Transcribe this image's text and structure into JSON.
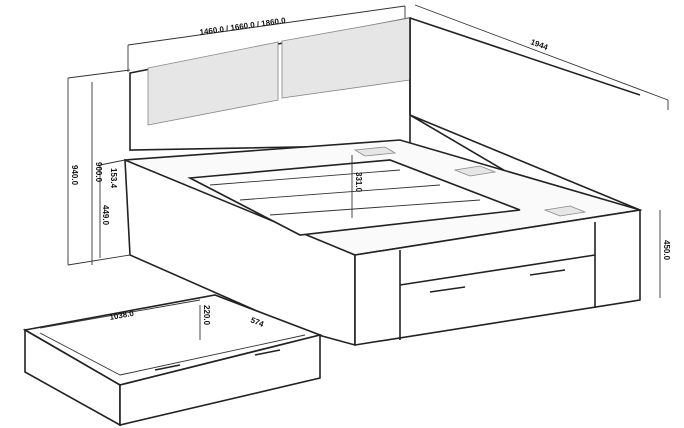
{
  "dimensions": {
    "width_options": "1460.0 / 1660.0 / 1860.0",
    "length": "1944",
    "total_height": "940.0",
    "headboard_height": "900.0",
    "side_height": "449.0",
    "rail_height": "153.4",
    "inner_depth": "331.0",
    "footboard_height": "450.0",
    "drawer_width": "1038.0",
    "drawer_height": "220.0",
    "drawer_depth": "574"
  }
}
